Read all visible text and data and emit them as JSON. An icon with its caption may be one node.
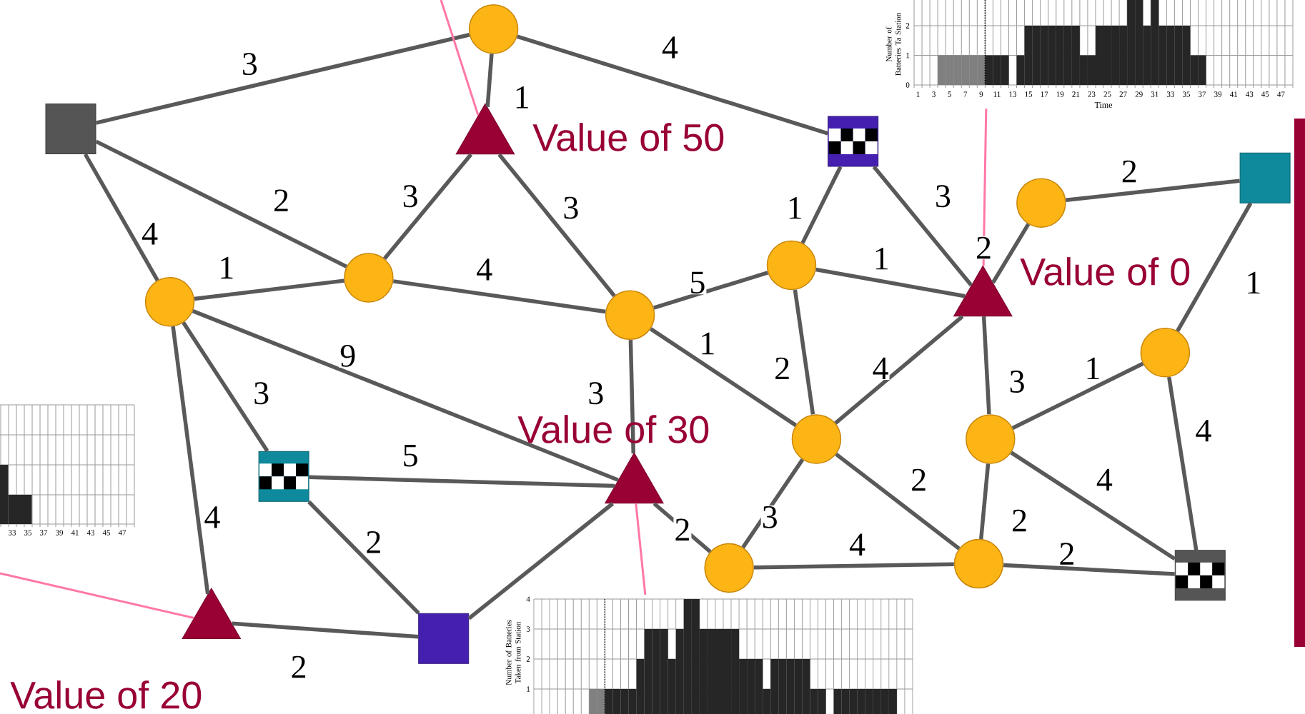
{
  "diagram": {
    "nodes": [
      {
        "text": [],
        "shape": "box"
      },
      {
        "text": [],
        "shape": "circle"
      },
      {
        "text": [],
        "shape": "triangle",
        "beside": [
          "Value of 50"
        ]
      },
      {
        "text": [],
        "shape": "box"
      },
      {
        "text": [],
        "shape": "circle"
      },
      {
        "text": [],
        "shape": "circle"
      },
      {
        "text": [],
        "shape": "circle"
      },
      {
        "text": [],
        "shape": "circle"
      },
      {
        "text": [],
        "shape": "triangle",
        "beside": [
          "Value of 0"
        ]
      },
      {
        "text": [],
        "shape": "circle"
      },
      {
        "text": [],
        "shape": "box"
      },
      {
        "text": [],
        "shape": "circle"
      },
      {
        "text": [],
        "shape": "circle"
      },
      {
        "text": [],
        "shape": "circle"
      },
      {
        "text": [],
        "shape": "box"
      },
      {
        "text": [],
        "shape": "triangle",
        "beside": [
          "Value of 30"
        ]
      },
      {
        "text": [],
        "shape": "triangle",
        "beside": [
          "Value of 20"
        ]
      },
      {
        "text": [],
        "shape": "box"
      },
      {
        "text": [],
        "shape": "circle"
      },
      {
        "text": [],
        "shape": "circle"
      },
      {
        "text": [],
        "shape": "box"
      },
      {
        "text": [],
        "shape": "picture",
        "beside": [
          "Number of Batteries Ta Station",
          "2",
          "1",
          "0",
          "1",
          "3",
          "5",
          "7",
          "9",
          "11",
          "13",
          "15",
          "17",
          "19",
          "21",
          "23",
          "25",
          "27",
          "29",
          "31",
          "33",
          "35",
          "37",
          "39",
          "41",
          "43",
          "45",
          "47",
          "Time"
        ]
      },
      {
        "text": [],
        "shape": "picture",
        "beside": [
          "4",
          "3",
          "2",
          "1",
          "Number of Batteries Taken from Station"
        ]
      },
      {
        "text": [],
        "shape": "bar"
      }
    ],
    "edges": [
      {
        "from": 0,
        "to": 1,
        "arrow": "none",
        "label": "3"
      },
      {
        "from": 1,
        "to": 3,
        "arrow": "none",
        "label": "4"
      },
      {
        "from": 1,
        "to": 2,
        "arrow": "none",
        "label": "1"
      },
      {
        "from": 0,
        "to": 5,
        "arrow": "none",
        "label": "2"
      },
      {
        "from": 0,
        "to": 4,
        "arrow": "none",
        "label": "4"
      },
      {
        "from": 4,
        "to": 5,
        "arrow": "none",
        "label": "1"
      },
      {
        "from": 5,
        "to": 2,
        "arrow": "none",
        "label": "3"
      },
      {
        "from": 2,
        "to": 6,
        "arrow": "none",
        "label": "3"
      },
      {
        "from": 5,
        "to": 6,
        "arrow": "none",
        "label": "4"
      },
      {
        "from": 6,
        "to": 7,
        "arrow": "none",
        "label": "5"
      },
      {
        "from": 7,
        "to": 3,
        "arrow": "none",
        "label": "1"
      },
      {
        "from": 3,
        "to": 8,
        "arrow": "none",
        "label": "3"
      },
      {
        "from": 7,
        "to": 8,
        "arrow": "none",
        "label": "1"
      },
      {
        "from": 8,
        "to": 9,
        "arrow": "none",
        "label": "2"
      },
      {
        "from": 9,
        "to": 10,
        "arrow": "none",
        "label": "2"
      },
      {
        "from": 10,
        "to": 11,
        "arrow": "none",
        "label": "1"
      },
      {
        "from": 4,
        "to": 15,
        "arrow": "none",
        "label": "9"
      },
      {
        "from": 4,
        "to": 14,
        "arrow": "none",
        "label": "3"
      },
      {
        "from": 4,
        "to": 16,
        "arrow": "none",
        "label": "4"
      },
      {
        "from": 6,
        "to": 15,
        "arrow": "none",
        "label": "3"
      },
      {
        "from": 6,
        "to": 12,
        "arrow": "none",
        "label": "1"
      },
      {
        "from": 7,
        "to": 12,
        "arrow": "none",
        "label": "2"
      },
      {
        "from": 12,
        "to": 8,
        "arrow": "none",
        "label": "4"
      },
      {
        "from": 8,
        "to": 13,
        "arrow": "none",
        "label": "3"
      },
      {
        "from": 13,
        "to": 11,
        "arrow": "none",
        "label": "1"
      },
      {
        "from": 11,
        "to": 20,
        "arrow": "none",
        "label": "4"
      },
      {
        "from": 13,
        "to": 20,
        "arrow": "none",
        "label": "4"
      },
      {
        "from": 13,
        "to": 19,
        "arrow": "none",
        "label": "2"
      },
      {
        "from": 12,
        "to": 19,
        "arrow": "none",
        "label": "2"
      },
      {
        "from": 19,
        "to": 20,
        "arrow": "none",
        "label": "2"
      },
      {
        "from": 14,
        "to": 15,
        "arrow": "none",
        "label": "5"
      },
      {
        "from": 14,
        "to": 17,
        "arrow": "none",
        "label": "2"
      },
      {
        "from": 16,
        "to": 17,
        "arrow": "none",
        "label": "2"
      },
      {
        "from": 17,
        "to": 15,
        "arrow": "none"
      },
      {
        "from": 15,
        "to": 18,
        "arrow": "none",
        "label": "2"
      },
      {
        "from": 12,
        "to": 18,
        "arrow": "none",
        "label": "3"
      },
      {
        "from": 19,
        "to": 18,
        "arrow": "none",
        "label": "4"
      },
      {
        "from": null,
        "to": 2,
        "arrow": "none",
        "color": "#ff77a8"
      },
      {
        "from": 21,
        "to": 8,
        "arrow": "none",
        "color": "#ff77a8"
      },
      {
        "from": 22,
        "to": 15,
        "arrow": "none",
        "color": "#ff77a8"
      },
      {
        "from": null,
        "to": 16,
        "arrow": "none",
        "color": "#ff77a8"
      }
    ],
    "labels": [
      "33",
      "35",
      "37",
      "39",
      "41",
      "43",
      "45",
      "47"
    ]
  }
}
